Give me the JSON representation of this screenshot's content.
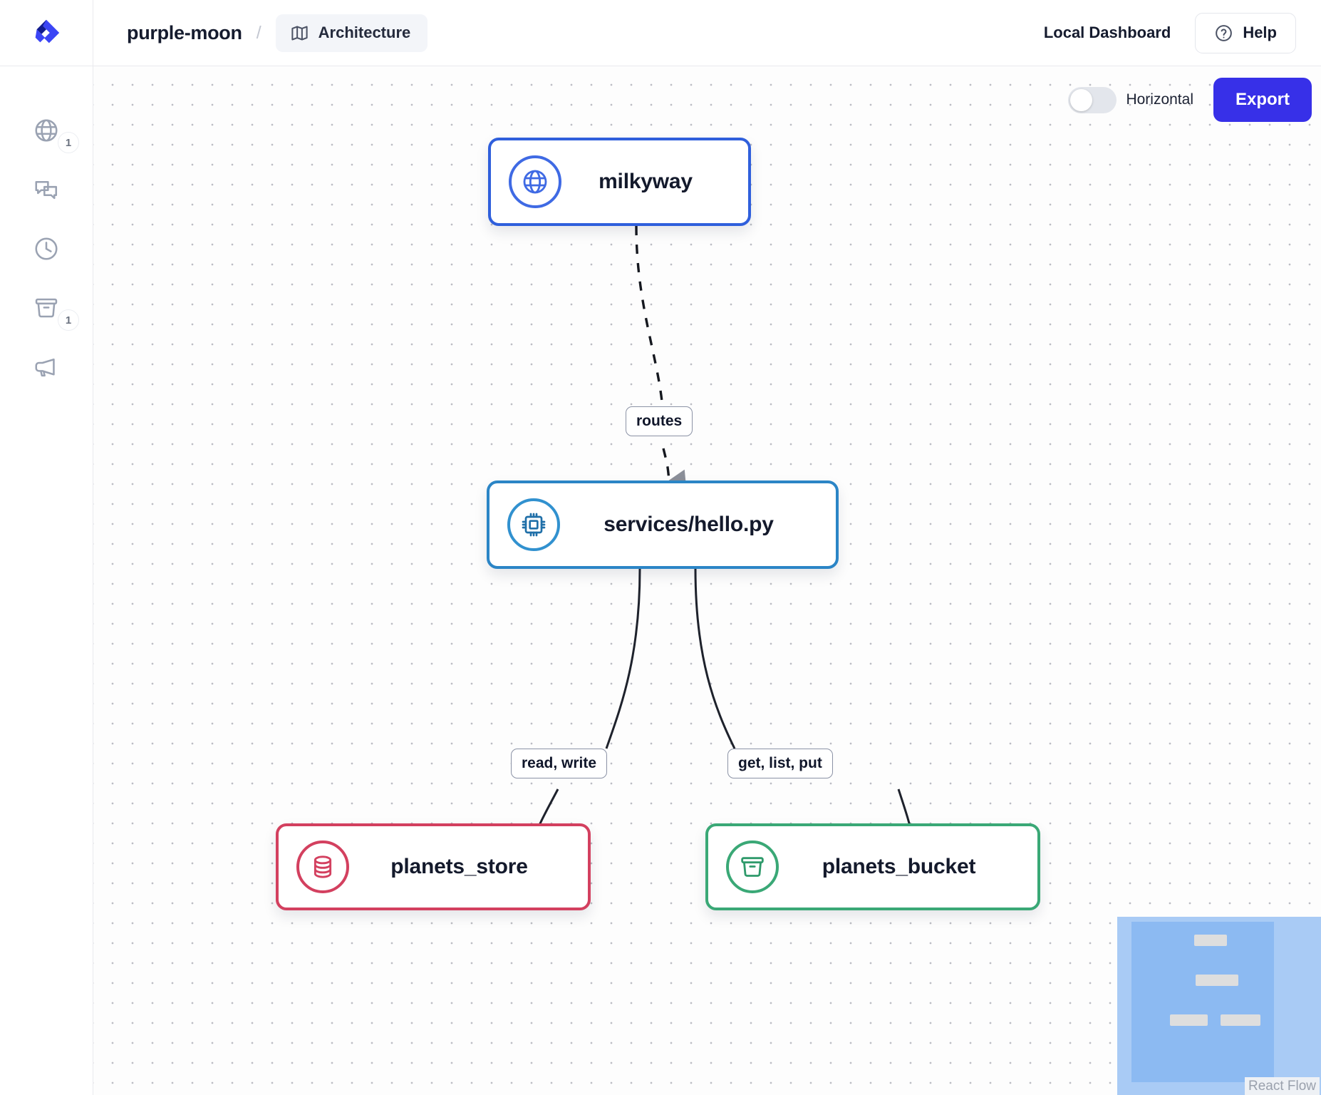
{
  "header": {
    "logo_icon": "brand-logo-icon",
    "project_name": "purple-moon",
    "breadcrumb_separator": "/",
    "tab": {
      "icon": "map-icon",
      "label": "Architecture"
    },
    "dashboard_label": "Local Dashboard",
    "help": {
      "icon": "question-circle-icon",
      "label": "Help"
    }
  },
  "sidebar": {
    "items": [
      {
        "icon": "globe-icon",
        "badge": "1"
      },
      {
        "icon": "chat-bubbles-icon",
        "badge": ""
      },
      {
        "icon": "clock-icon",
        "badge": ""
      },
      {
        "icon": "bucket-icon",
        "badge": "1"
      },
      {
        "icon": "megaphone-icon",
        "badge": ""
      }
    ]
  },
  "toolbar": {
    "toggle_label": "Horizontal",
    "toggle_on": false,
    "export_label": "Export",
    "export_color": "#3730e8"
  },
  "graph": {
    "nodes": [
      {
        "id": "milkyway",
        "label": "milkyway",
        "icon": "globe-icon",
        "color": "#2f5fdc"
      },
      {
        "id": "service",
        "label": "services/hello.py",
        "icon": "cpu-chip-icon",
        "color": "#2b85c6"
      },
      {
        "id": "store",
        "label": "planets_store",
        "icon": "database-icon",
        "color": "#d3405f"
      },
      {
        "id": "bucket",
        "label": "planets_bucket",
        "icon": "bucket-icon",
        "color": "#3aa876"
      }
    ],
    "edges": [
      {
        "from": "milkyway",
        "to": "service",
        "label": "routes",
        "style": "dashed"
      },
      {
        "from": "service",
        "to": "store",
        "label": "read, write",
        "style": "solid"
      },
      {
        "from": "service",
        "to": "bucket",
        "label": "get, list, put",
        "style": "solid"
      }
    ]
  },
  "minimap": {
    "attribution": "React Flow"
  }
}
